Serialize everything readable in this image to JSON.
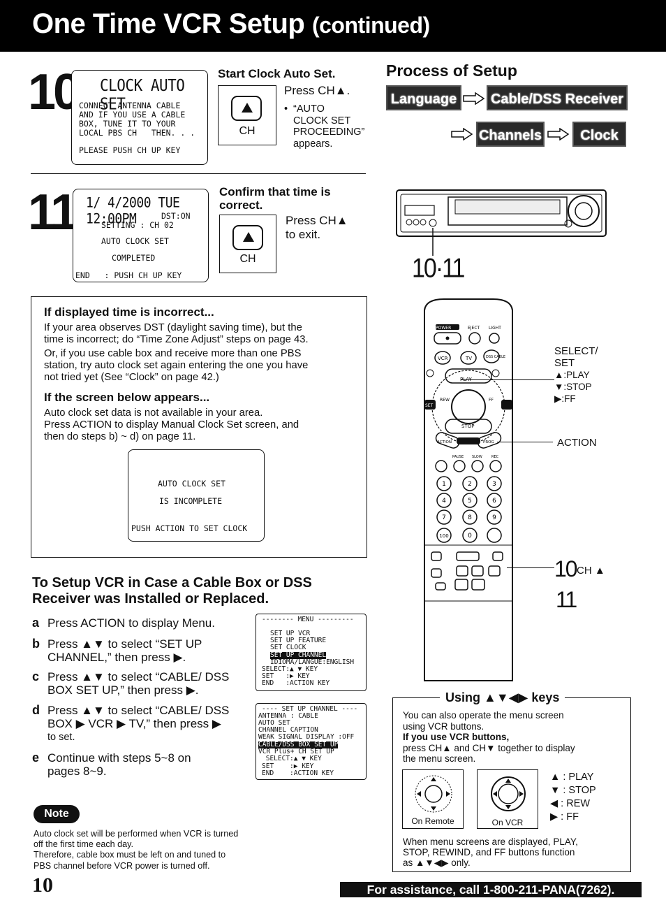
{
  "header": {
    "title": "One Time VCR Setup",
    "subtitle": "(continued)"
  },
  "step10": {
    "number": "10",
    "osd_title": "CLOCK AUTO SET",
    "osd_lines": [
      "CONNECT ANTENNA CABLE",
      "AND IF YOU USE A CABLE",
      "BOX, TUNE IT TO YOUR",
      "LOCAL PBS CH   THEN. . ."
    ],
    "osd_footer": "PLEASE PUSH CH UP KEY",
    "heading": "Start Clock Auto Set.",
    "press": "Press CH▲.",
    "bullet": "•",
    "note_lines": [
      "“AUTO",
      "CLOCK SET",
      "PROCEEDING”",
      "appears."
    ],
    "ch_label": "CH"
  },
  "step11": {
    "number": "11",
    "osd_title": "1/ 4/2000 TUE 12:00PM",
    "osd_dst": "DST:ON",
    "osd_setting": "SETTING : CH 02",
    "osd_l2": "AUTO CLOCK SET",
    "osd_l3": "COMPLETED",
    "osd_footer": "END   : PUSH CH UP KEY",
    "heading_l1": "Confirm that time is",
    "heading_l2": "correct.",
    "press_l1": "Press CH▲",
    "press_l2": "to exit.",
    "ch_label": "CH"
  },
  "process": {
    "title": "Process of Setup",
    "steps": [
      "Language",
      "Cable/DSS Receiver",
      "Channels",
      "Clock"
    ]
  },
  "vcr_label": "10·11",
  "incorrect": {
    "heading": "If displayed time is incorrect...",
    "p1": [
      "If your area observes DST (daylight saving time), but the",
      "time is incorrect; do “Time Zone Adjust” steps on page 43."
    ],
    "p2": [
      "Or, if you use cable box and receive more than one PBS",
      "station, try auto clock set again entering the one you have",
      "not tried yet (See “Clock” on page 42.)"
    ],
    "heading2": "If the screen below appears...",
    "p3": [
      "Auto clock set data is not available in your area.",
      "Press ACTION to display Manual Clock Set screen, and",
      "then do steps b) ~ d) on page 11."
    ],
    "osd_l1": "AUTO CLOCK SET",
    "osd_l2": "IS INCOMPLETE",
    "osd_l3": "PUSH ACTION TO SET CLOCK"
  },
  "remote": {
    "top_labels": [
      "POWER",
      "EJECT",
      "LIGHT"
    ],
    "src": [
      "VCR",
      "TV",
      "DSS CABLE"
    ],
    "nav": {
      "play": "PLAY",
      "rew": "REW",
      "ff": "FF",
      "stop": "STOP",
      "setup": "SET",
      "action": "ACTION",
      "prog": "PROG"
    },
    "row_labels": [
      "PAUSE",
      "SLOW",
      "REC"
    ],
    "digits": [
      "1",
      "2",
      "3",
      "4",
      "5",
      "6",
      "7",
      "8",
      "9",
      "100",
      "0"
    ],
    "callout_select": [
      "SELECT/",
      "SET",
      "▲:PLAY",
      "▼:STOP",
      "▶:FF"
    ],
    "callout_action": "ACTION",
    "callout_10": "10",
    "callout_ch": "CH ▲",
    "callout_11": "11"
  },
  "cable": {
    "title_l1": "To Setup VCR in Case a Cable Box or DSS",
    "title_l2": "Receiver was Installed or Replaced.",
    "steps": [
      {
        "letter": "a",
        "lines": [
          "Press ACTION to display Menu."
        ]
      },
      {
        "letter": "b",
        "lines": [
          "Press ▲▼ to select “SET UP",
          "CHANNEL,” then press ▶."
        ]
      },
      {
        "letter": "c",
        "lines": [
          "Press ▲▼ to select “CABLE/ DSS",
          "BOX SET UP,” then press ▶."
        ]
      },
      {
        "letter": "d",
        "lines": [
          "Press ▲▼ to select “CABLE/ DSS",
          "BOX ▶ VCR ▶ TV,” then press ▶",
          "to set."
        ]
      },
      {
        "letter": "e",
        "lines": [
          "Continue with steps 5~8 on",
          "pages 8~9."
        ]
      }
    ],
    "menu1": {
      "title": "-------- MENU ---------",
      "lines": [
        "SET UP VCR",
        "SET UP FEATURE",
        "SET CLOCK"
      ],
      "highlight": "SET UP CHANNEL",
      "tail": [
        "IDIOMA/LANGUE:ENGLISH",
        "SELECT:▲ ▼ KEY",
        "SET   :▶ KEY",
        "END   :ACTION KEY"
      ]
    },
    "menu2": {
      "title": "---- SET UP CHANNEL ----",
      "lines": [
        "ANTENNA : CABLE",
        "AUTO SET",
        "CHANNEL CAPTION",
        "WEAK SIGNAL DISPLAY :OFF"
      ],
      "highlight": "CABLE/DSS BOX SET UP",
      "tail": [
        "VCR Plus+ CH SET UP",
        " SELECT:▲ ▼ KEY",
        "SET    :▶ KEY",
        "END    :ACTION KEY"
      ]
    }
  },
  "note": {
    "badge": "Note",
    "lines": [
      "Auto clock set will be performed when VCR is turned",
      "off the first time each day.",
      "Therefore, cable box must be left on and tuned to",
      "PBS channel before VCR power is turned off."
    ]
  },
  "using": {
    "title": "Using ▲▼◀▶ keys",
    "l1": "You can also operate the menu screen",
    "l2": "using VCR buttons.",
    "bold": "If you use VCR buttons,",
    "l3": "press CH▲ and CH▼ together to display",
    "l4": "the menu screen.",
    "on_remote": "On Remote",
    "on_vcr": "On VCR",
    "keys": [
      "▲ : PLAY",
      "▼ : STOP",
      "◀ : REW",
      "▶ : FF"
    ],
    "foot": [
      "When menu screens are displayed, PLAY,",
      "STOP, REWIND, and FF buttons function",
      "as ▲▼◀▶ only."
    ]
  },
  "footer": {
    "page": "10",
    "assist": "For assistance, call 1-800-211-PANA(7262)."
  }
}
